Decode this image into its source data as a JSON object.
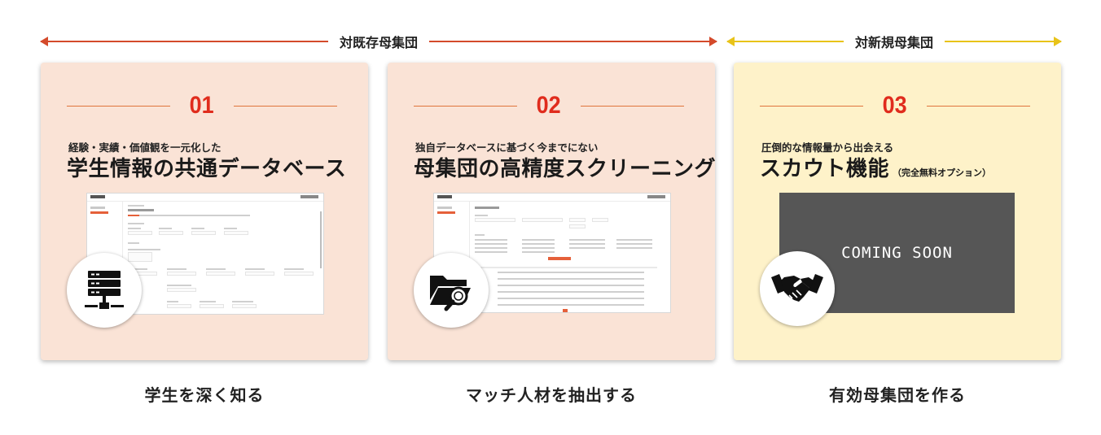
{
  "scopes": {
    "existing": "対既存母集団",
    "new": "対新規母集団"
  },
  "cards": [
    {
      "number": "01",
      "subtitle": "経験・実績・価値観を一元化した",
      "title": "学生情報の共通データベース",
      "icon": "server-database-icon",
      "caption": "学生を深く知る"
    },
    {
      "number": "02",
      "subtitle": "独自データベースに基づく今までにない",
      "title": "母集団の高精度スクリーニング",
      "icon": "folder-search-icon",
      "caption": "マッチ人材を抽出する"
    },
    {
      "number": "03",
      "subtitle": "圧倒的な情報量から出会える",
      "title": "スカウト機能",
      "title_option": "（完全無料オプション）",
      "placeholder": "COMING SOON",
      "icon": "handshake-icon",
      "caption": "有効母集団を作る"
    }
  ],
  "colors": {
    "accent_red": "#e02c1d",
    "arrow_red": "#d44a2b",
    "arrow_yellow": "#e8c319",
    "card_peach": "#fae3d6",
    "card_cream": "#fef2c9"
  }
}
